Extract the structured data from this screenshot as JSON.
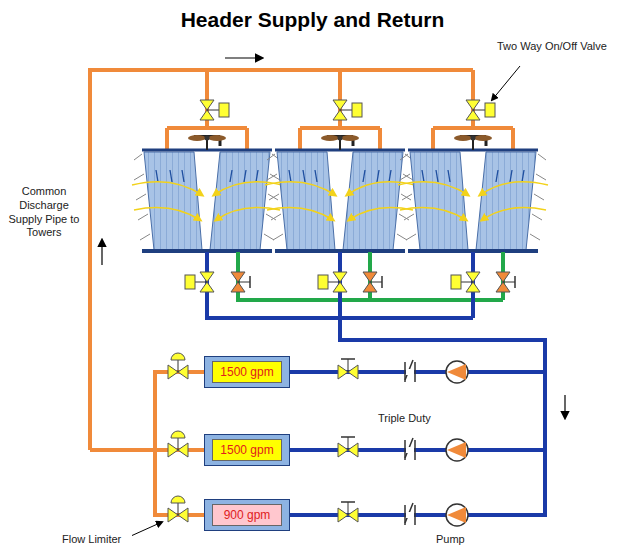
{
  "diagram": {
    "title": "Header Supply and Return",
    "nodes": [
      {
        "text": [
          "1500 gpm"
        ]
      },
      {
        "text": [
          "1500 gpm"
        ]
      },
      {
        "text": [
          "900 gpm"
        ]
      }
    ],
    "labels": [
      "Two Way On/Off Valve",
      "Common Discharge Supply Pipe to Towers",
      "Triple Duty",
      "Flow Limiter",
      "Pump"
    ]
  }
}
